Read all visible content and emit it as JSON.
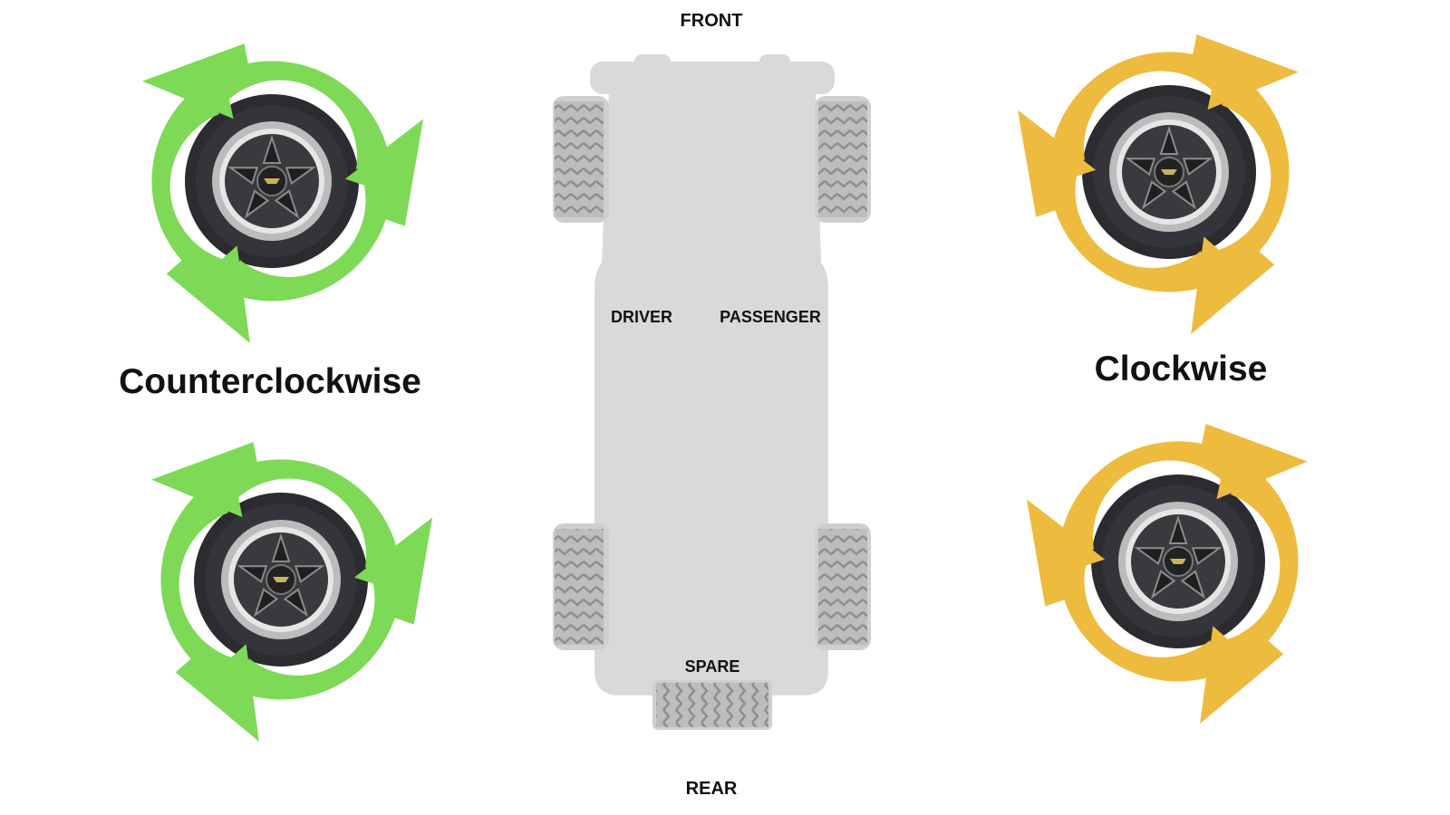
{
  "labels": {
    "front": "FRONT",
    "rear": "REAR",
    "driver": "DRIVER",
    "passenger": "PASSENGER",
    "spare": "SPARE",
    "counterclockwise": "Counterclockwise",
    "clockwise": "Clockwise"
  },
  "colors": {
    "counterclockwise_arrow": "#7ED957",
    "clockwise_arrow": "#EDBB3E",
    "vehicle_body": "#D9D9D9",
    "tread": "#A8A8A8",
    "tire": "#2A2A2E"
  },
  "wheels": [
    {
      "name": "wheel-top-left",
      "direction": "counterclockwise"
    },
    {
      "name": "wheel-bottom-left",
      "direction": "counterclockwise"
    },
    {
      "name": "wheel-top-right",
      "direction": "clockwise"
    },
    {
      "name": "wheel-bottom-right",
      "direction": "clockwise"
    }
  ]
}
